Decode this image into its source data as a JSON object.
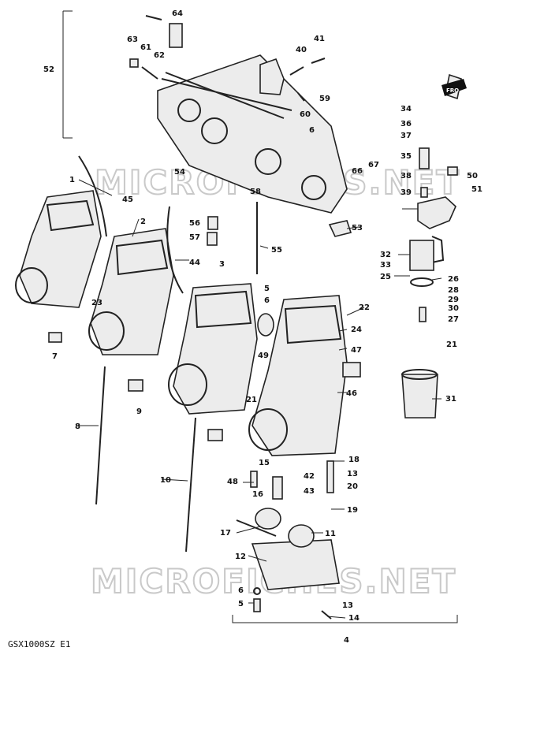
{
  "diagram": {
    "model_code": "GSX1000SZ E1",
    "watermark": "MICROFICHES.NET",
    "fro_mark": "FRO",
    "labels": [
      "64",
      "63",
      "61",
      "62",
      "52",
      "40",
      "41",
      "59",
      "60",
      "6",
      "34",
      "36",
      "37",
      "35",
      "38",
      "39",
      "50",
      "51",
      "66",
      "67",
      "54",
      "58",
      "1",
      "45",
      "2",
      "56",
      "57",
      "44",
      "3",
      "55",
      "53",
      "32",
      "33",
      "25",
      "26",
      "28",
      "29",
      "30",
      "27",
      "21",
      "5",
      "6",
      "22",
      "24",
      "23",
      "49",
      "47",
      "7",
      "9",
      "46",
      "31",
      "8",
      "10",
      "21",
      "15",
      "18",
      "42",
      "13",
      "48",
      "16",
      "43",
      "20",
      "19",
      "17",
      "11",
      "12",
      "6",
      "5",
      "13",
      "14",
      "4"
    ]
  }
}
